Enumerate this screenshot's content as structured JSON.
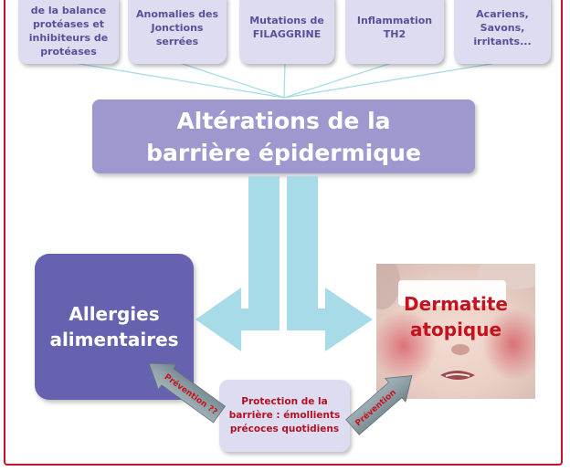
{
  "sources": [
    {
      "label": "de la balance\nprotéases et\ninhibiteurs de\nprotéases"
    },
    {
      "label": "Anomalies des\nJonctions\nserrées"
    },
    {
      "label": "Mutations de\nFILAGGRINE"
    },
    {
      "label": "Inflammation\nTH2"
    },
    {
      "label": "Acariens,\nSavons,\nirritants..."
    }
  ],
  "central": {
    "label": "Altérations de la\nbarrière épidermique"
  },
  "left_outcome": {
    "label": "Allergies\nalimentaires"
  },
  "right_outcome": {
    "label": "Dermatite\natopique"
  },
  "protection": {
    "label": "Protection de la\nbarrière : émollients\nprécoces quotidiens"
  },
  "prevention_left": {
    "label": "Prévention ??"
  },
  "prevention_right": {
    "label": "Prévention"
  },
  "colors": {
    "frame": "#c8102e",
    "light_box": "#dedcf0",
    "central_box": "#9d98cd",
    "dark_box": "#6662b0",
    "arrow": "#a8dbe8",
    "red_text": "#c4121e"
  }
}
